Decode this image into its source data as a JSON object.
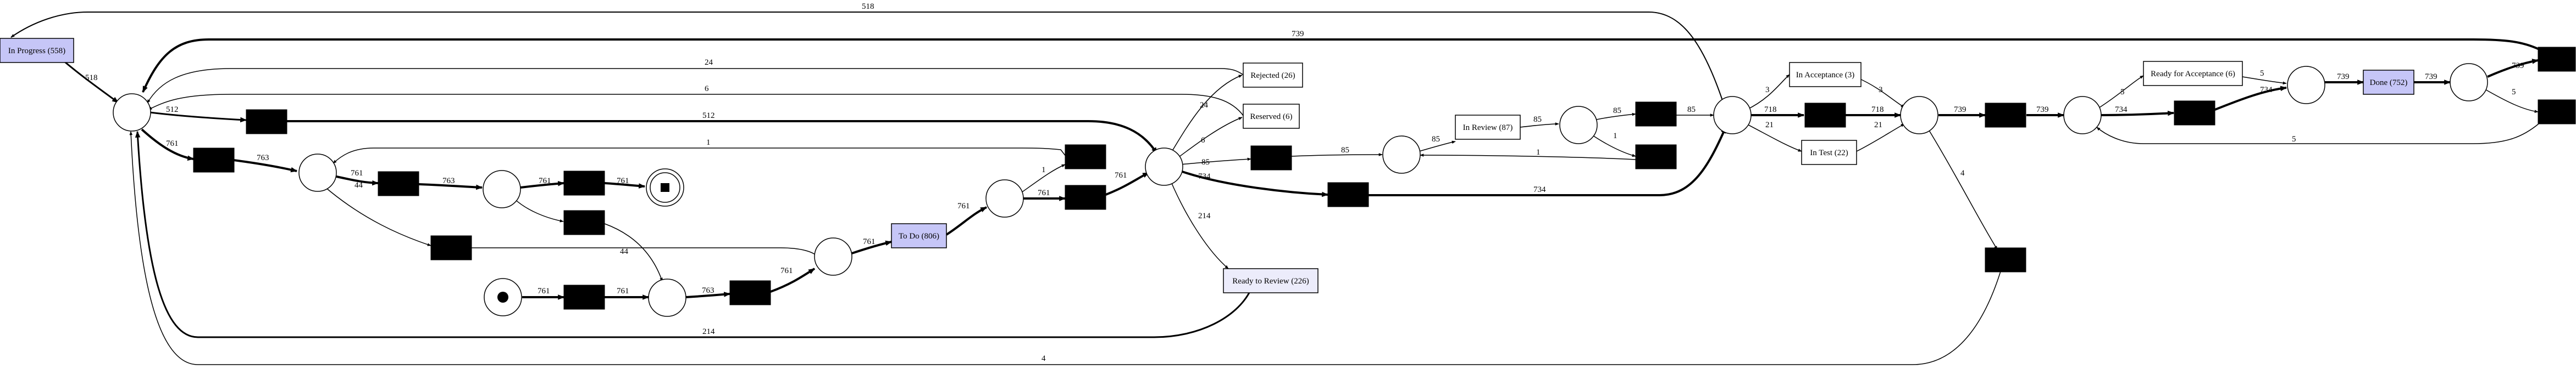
{
  "colors": {
    "highlight_fill": "#c6c6f7",
    "light_fill": "#ececfb",
    "plain_fill": "#ffffff",
    "silent_fill": "#000000",
    "stroke": "#000000"
  },
  "transitions": [
    {
      "id": "in_progress",
      "label": "In Progress (558)",
      "style": "highlight"
    },
    {
      "id": "todo",
      "label": "To Do (806)",
      "style": "highlight"
    },
    {
      "id": "done",
      "label": "Done (752)",
      "style": "highlight"
    },
    {
      "id": "ready_review",
      "label": "Ready to Review (226)",
      "style": "light"
    },
    {
      "id": "rejected",
      "label": "Rejected (26)",
      "style": "plain"
    },
    {
      "id": "reserved",
      "label": "Reserved (6)",
      "style": "plain"
    },
    {
      "id": "in_review",
      "label": "In Review (87)",
      "style": "plain"
    },
    {
      "id": "in_acceptance",
      "label": "In Acceptance (3)",
      "style": "plain"
    },
    {
      "id": "in_test",
      "label": "In Test (22)",
      "style": "plain"
    },
    {
      "id": "ready_acceptance",
      "label": "Ready for Acceptance (6)",
      "style": "plain"
    }
  ],
  "edge_labels": {
    "loop_top_518": "518",
    "loop_top_739": "739",
    "rejected_24": "24",
    "reserved_6": "6",
    "ip_out_518": "518",
    "ip_to_s1_512": "512",
    "s1_long_512": "512",
    "p1_761": "761",
    "s2_p3_763": "763",
    "return_1": "1",
    "p3_761": "761",
    "p3_44": "44",
    "s3_p4_763": "763",
    "p4_761": "761",
    "s4_end_761": "761",
    "s5_44": "44",
    "start_761": "761",
    "s6_p6_761": "761",
    "p6_763": "763",
    "s7_761": "761",
    "p7_761": "761",
    "todo_761": "761",
    "p8_1": "1",
    "p8_761": "761",
    "s9_761": "761",
    "p9_24": "24",
    "p9_6": "6",
    "p9_85": "85",
    "p9_734": "734",
    "p9_214": "214",
    "s11_85": "85",
    "p10_85": "85",
    "rev_85": "85",
    "p11_85": "85",
    "p11_1": "1",
    "back_1": "1",
    "s13_85": "85",
    "s12_734": "734",
    "p12_3": "3",
    "p12_718": "718",
    "p12_21": "21",
    "acc_3": "3",
    "s14_718": "718",
    "test_21": "21",
    "p13_739": "739",
    "p13_4": "4",
    "s15_739": "739",
    "p14_5": "5",
    "p14_734": "734",
    "rfa_5": "5",
    "s16_734": "734",
    "p15_739": "739",
    "done_739": "739",
    "p16_739": "739",
    "p16_5": "5",
    "s18_5": "5",
    "rr_214": "214",
    "bottom_4": "4"
  }
}
